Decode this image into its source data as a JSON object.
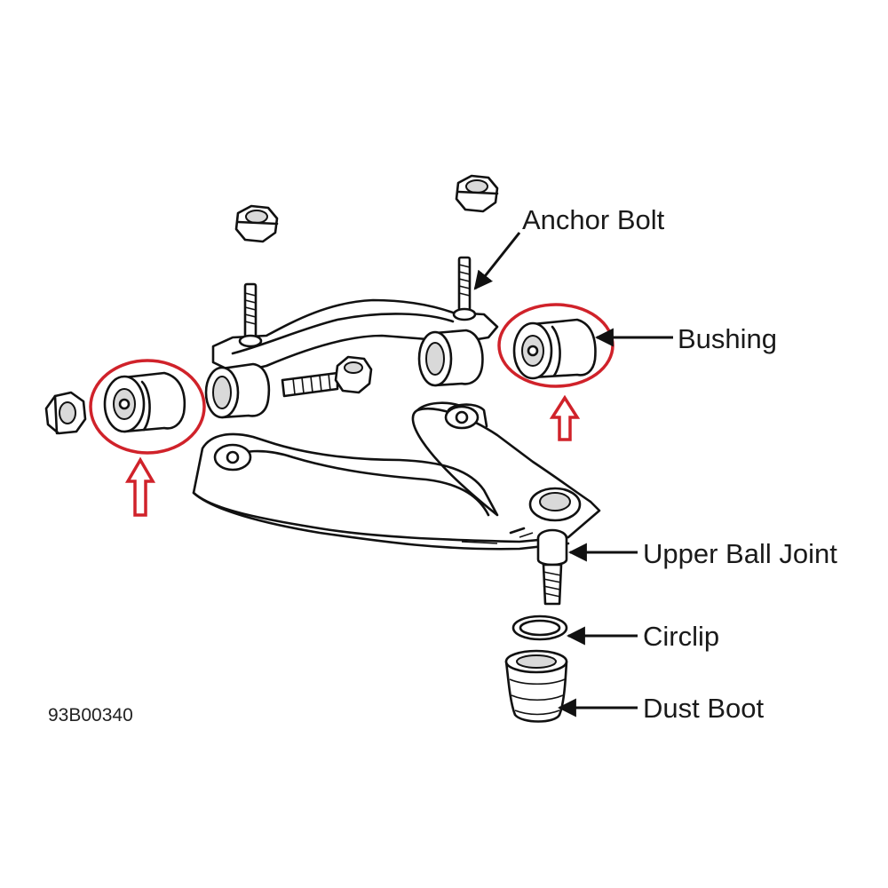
{
  "labels": {
    "anchor_bolt": "Anchor Bolt",
    "bushing": "Bushing",
    "upper_ball_joint": "Upper Ball Joint",
    "circlip": "Circlip",
    "dust_boot": "Dust Boot"
  },
  "figure_code": "93B00340",
  "colors": {
    "highlight": "#d0222a",
    "line": "#111111",
    "background": "#ffffff"
  }
}
